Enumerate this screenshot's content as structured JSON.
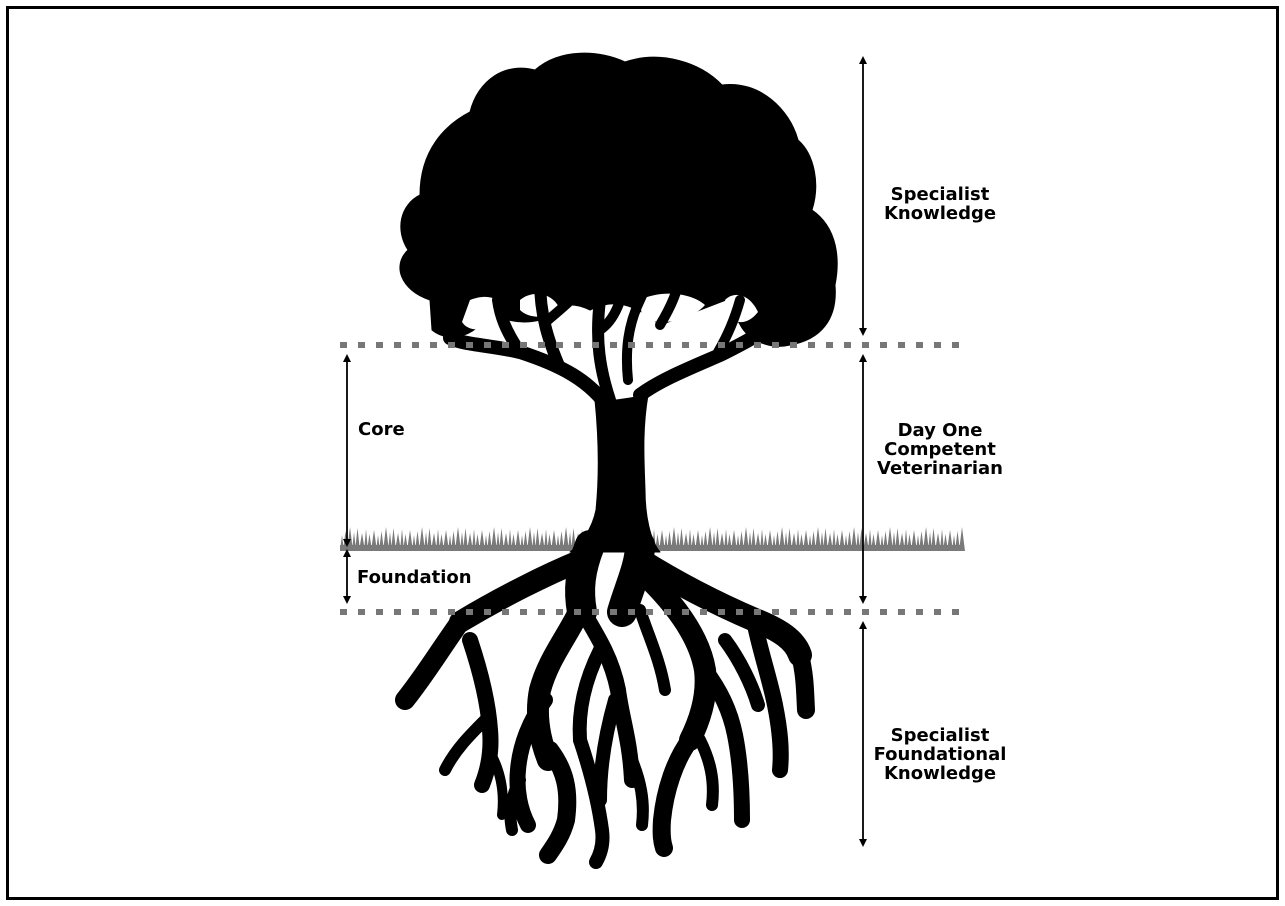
{
  "labels": {
    "specialist_knowledge": [
      "Specialist",
      "Knowledge"
    ],
    "core": "Core",
    "foundation": "Foundation",
    "day_one": [
      "Day One",
      "Competent",
      "Veterinarian"
    ],
    "specialist_foundational": [
      "Specialist",
      "Foundational",
      "Knowledge"
    ]
  },
  "colors": {
    "tree": "#000000",
    "dotted_line": "#777777",
    "grass": "#7a7a7a",
    "arrow": "#000000",
    "frame": "#000000",
    "background": "#ffffff"
  },
  "icons": {
    "tree": "tree-silhouette-icon",
    "grass": "grass-strip"
  }
}
